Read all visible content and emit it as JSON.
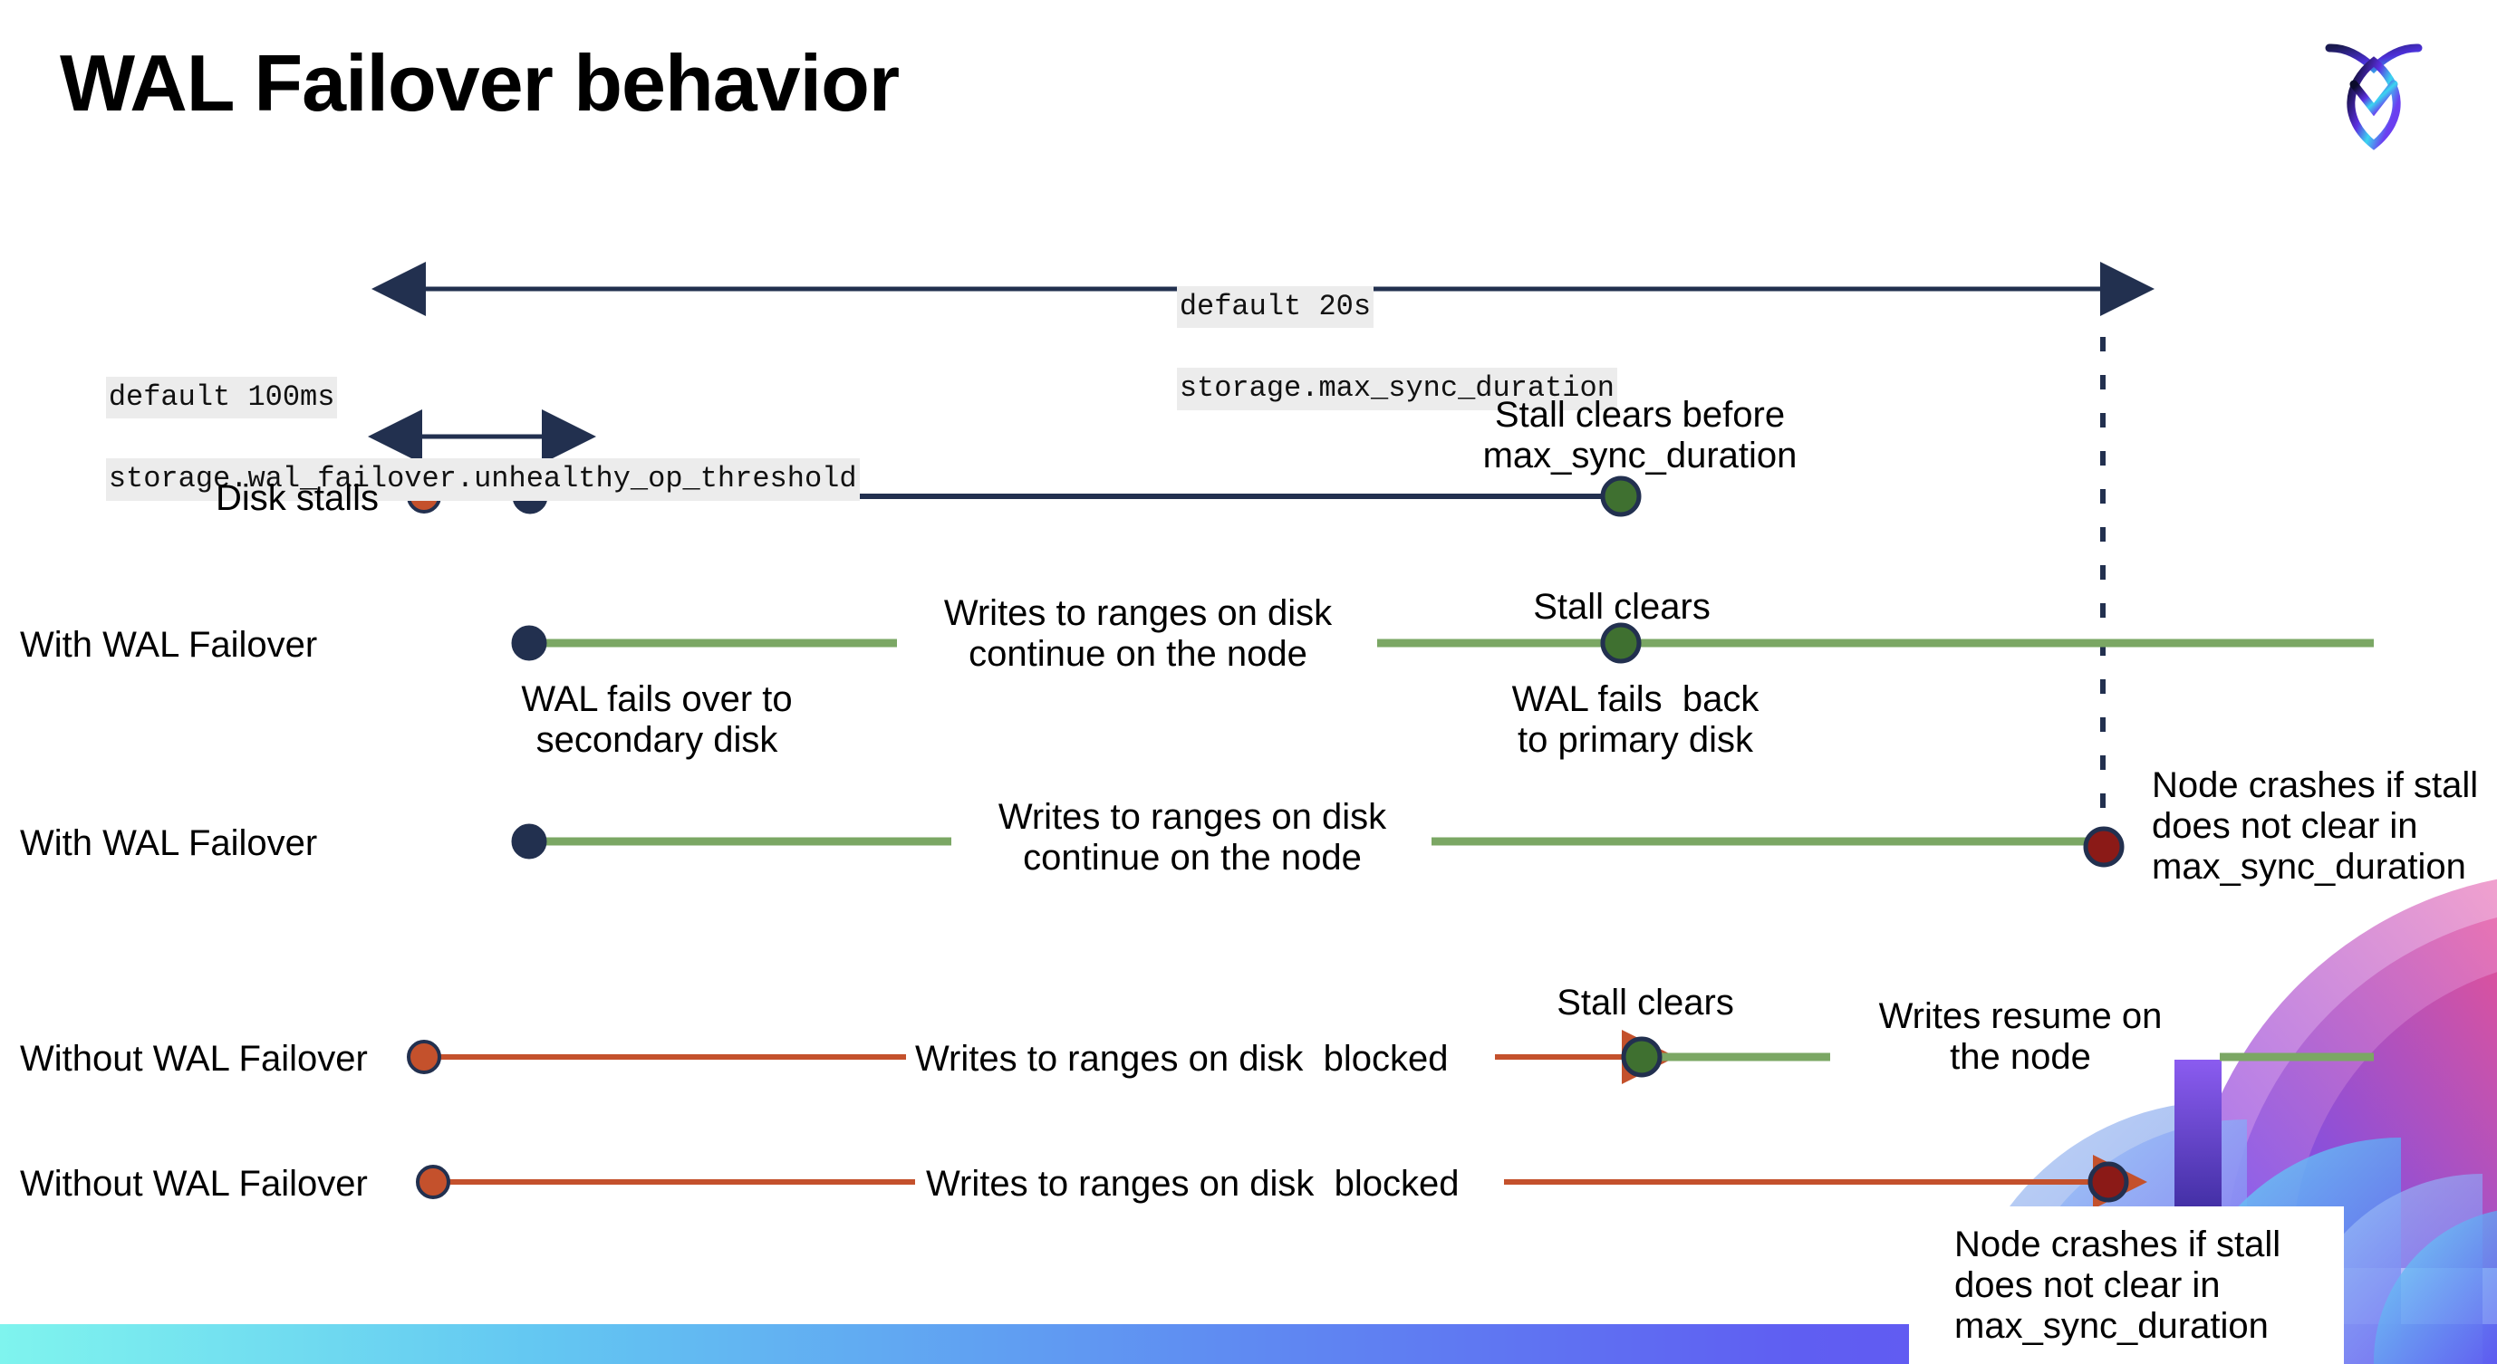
{
  "slide": {
    "title": "WAL Failover behavior",
    "logo_name": "cockroachdb-logo"
  },
  "settings": {
    "max_sync": {
      "default_line": "default 20s",
      "name_line": "storage.max_sync_duration"
    },
    "unhealthy_threshold": {
      "default_line": "default 100ms",
      "name_line": "storage.wal_failover.unhealthy_op_threshold"
    }
  },
  "rows": [
    {
      "id": "disk-stalls",
      "label": "Disk stalls"
    },
    {
      "id": "with-wal-failover-1",
      "label": "With WAL Failover"
    },
    {
      "id": "with-wal-failover-2",
      "label": "With WAL Failover"
    },
    {
      "id": "without-wal-failover-1",
      "label": "Without WAL Failover"
    },
    {
      "id": "without-wal-failover-2",
      "label": "Without WAL Failover"
    }
  ],
  "annotations": {
    "stall_clears_before": "Stall clears before\nmax_sync_duration",
    "stall_clears_1": "Stall clears",
    "stall_clears_2": "Stall clears",
    "wal_fails_over": "WAL fails over to\nsecondary disk",
    "wal_fails_back": "WAL fails  back\nto primary disk",
    "writes_continue_1": "Writes to ranges on disk\ncontinue on the node",
    "writes_continue_2": "Writes to ranges on disk\ncontinue on the node",
    "writes_blocked_1": "Writes to ranges on disk  blocked",
    "writes_blocked_2": "Writes to ranges on disk  blocked",
    "writes_resume": "Writes resume on\nthe node",
    "node_crashes_1": "Node crashes if stall\ndoes not clear in\nmax_sync_duration",
    "node_crashes_2": "Node crashes if stall\ndoes not clear in\nmax_sync_duration"
  },
  "colors": {
    "navy": "#22304f",
    "green_line": "#7ba764",
    "green_dot": "#3f7030",
    "orange_line": "#c4512c",
    "orange_dot": "#c4512c",
    "dark_red_dot": "#8b1a17",
    "chip_bg": "#ececec",
    "gradient_start": "#7ff4ee",
    "gradient_end": "#6b4df0"
  }
}
